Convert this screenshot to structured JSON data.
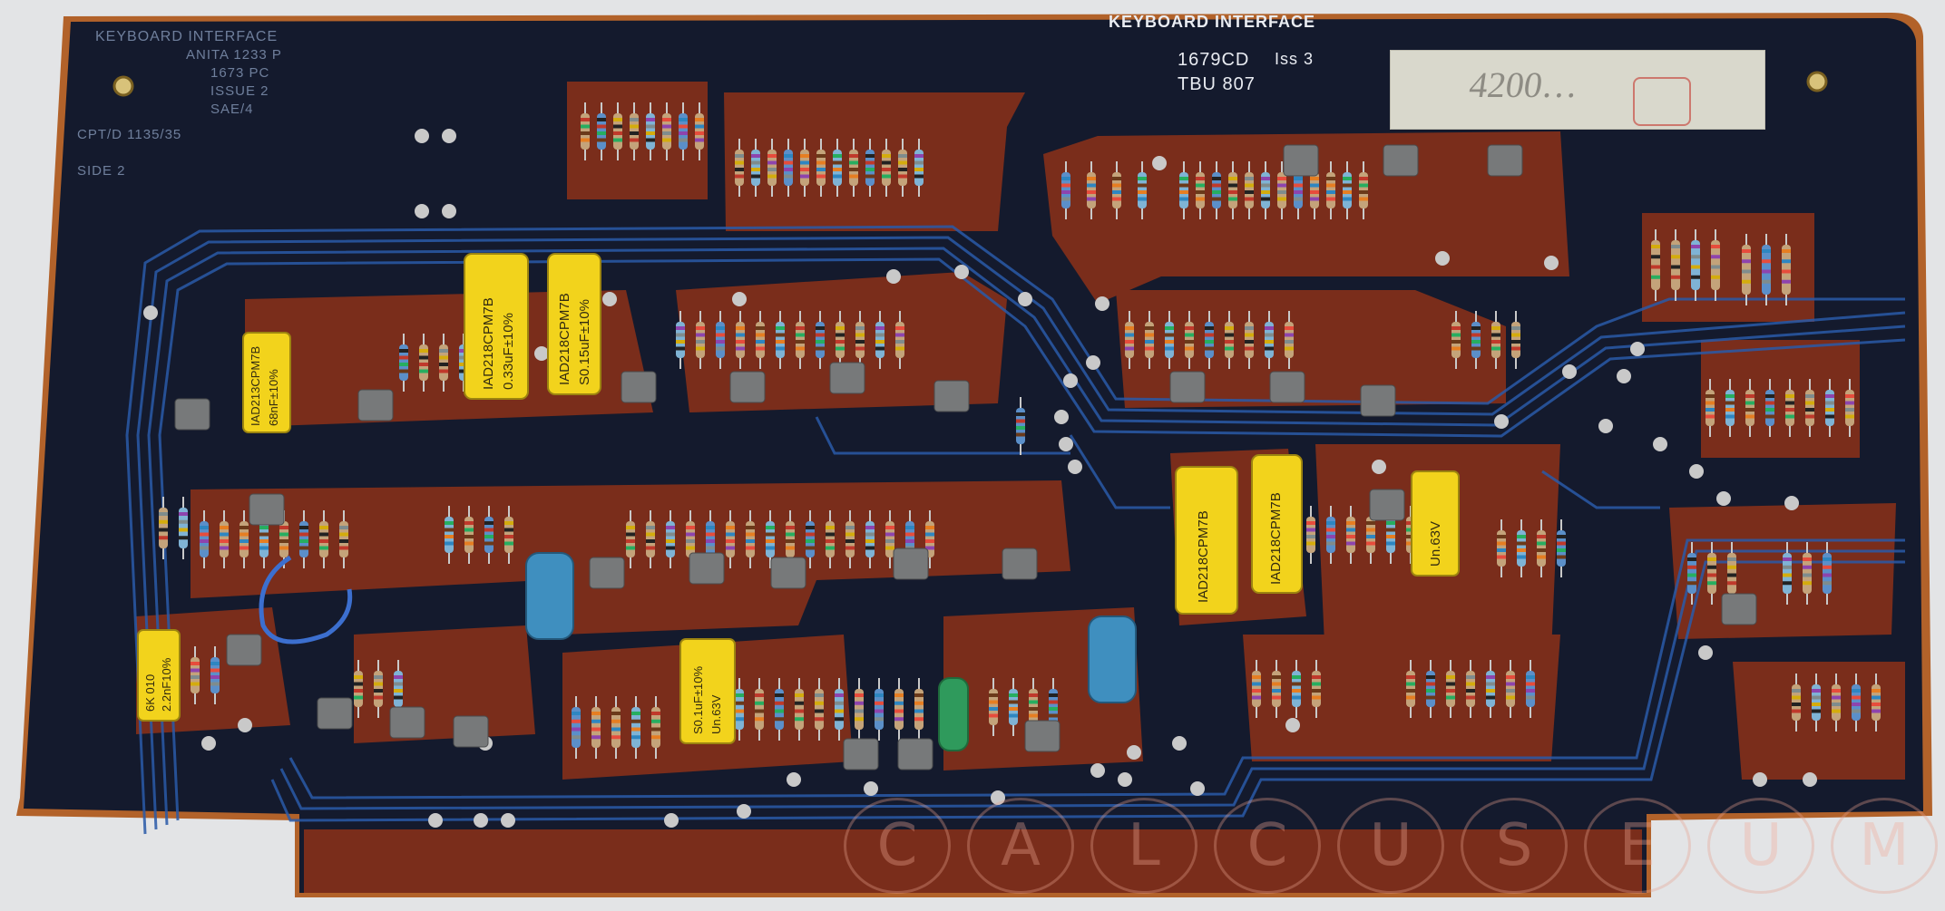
{
  "board": {
    "title": "KEYBOARD INTERFACE",
    "part_number": "1679CD",
    "issue": "Iss 3",
    "code": "TBU 807",
    "sticker_text": "4200…"
  },
  "left_silkscreen": {
    "line1": "KEYBOARD INTERFACE",
    "line2": "ANITA 1233 P",
    "line3": "1673 PC",
    "line4": "ISSUE 2",
    "line5": "SAE/4",
    "line6": "CPT/D 1135/35",
    "line7": "SIDE 2"
  },
  "capacitors": {
    "c1": "IAD218CPM7B",
    "c1b": "0.33uF±10%",
    "c2": "IAD218CPM7B",
    "c2b": "S0.15uF±10%",
    "c3": "IAD213CPM7B",
    "c3b": "68nF±10%",
    "c4": "IAD218CPM7B",
    "c5": "IAD218CPM7B",
    "c6": "Un.63V",
    "c7": "S0.1uF±10%",
    "c7b": "Un.63V",
    "c8": "6K 010",
    "c8b": "2.2nF10%"
  },
  "watermark": [
    "C",
    "A",
    "L",
    "C",
    "U",
    "S",
    "E",
    "U",
    "M"
  ],
  "colors": {
    "substrate": "#151b2e",
    "copper_pad": "#7b2e1c",
    "trace": "#2a5aa8",
    "capacitor": "#f0d21c",
    "electrolytic": "#3f8fbf",
    "transistor": "#77797a",
    "board_edge": "#b05a23"
  }
}
